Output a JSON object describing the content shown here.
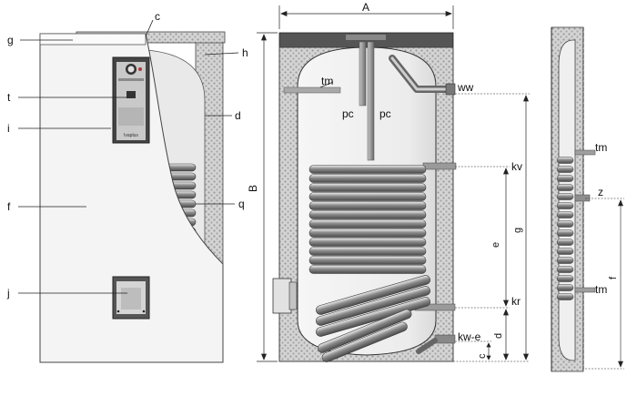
{
  "panel_left": {
    "labels": {
      "g": "g",
      "c": "c",
      "h": "h",
      "t": "t",
      "d": "d",
      "i": "i",
      "f": "f",
      "q": "q",
      "j": "j"
    },
    "controller_brand": "Ivaplus"
  },
  "panel_center": {
    "dim_width": "A",
    "dim_height": "B",
    "labels": {
      "tm": "tm",
      "pc1": "pc",
      "pc2": "pc",
      "ww": "ww",
      "kv": "kv",
      "kr": "kr",
      "kw_e": "kw-e",
      "e": "e",
      "g": "g",
      "d": "d",
      "c": "c"
    }
  },
  "panel_right": {
    "labels": {
      "tm_top": "tm",
      "z": "z",
      "f": "f",
      "tm_bottom": "tm"
    }
  }
}
